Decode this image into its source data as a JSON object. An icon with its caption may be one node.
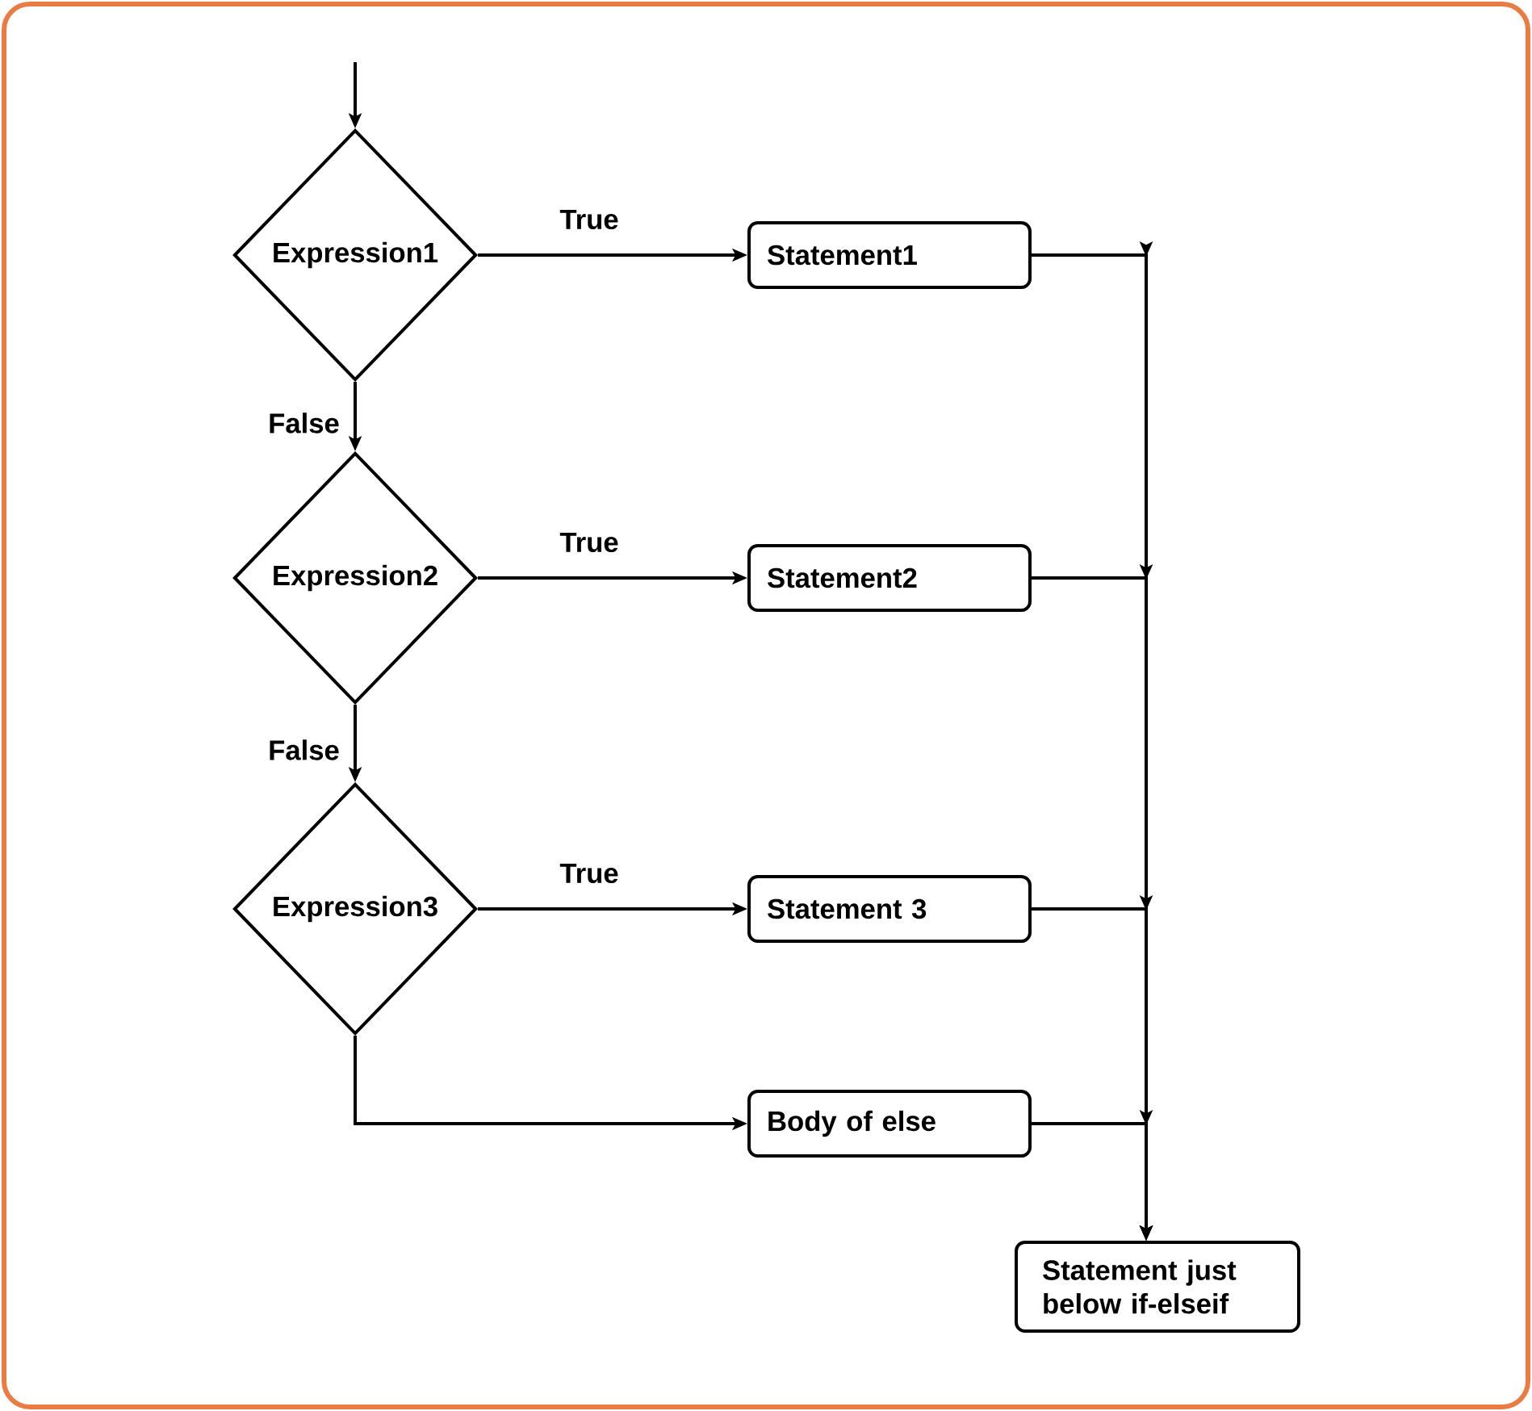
{
  "diagram": {
    "nodes": [
      {
        "text": [
          "Expression1"
        ]
      },
      {
        "text": [
          "Statement1"
        ]
      },
      {
        "text": [
          "Expression2"
        ]
      },
      {
        "text": [
          "Statement2"
        ]
      },
      {
        "text": [
          "Expression3"
        ]
      },
      {
        "text": [
          "Statement 3"
        ]
      },
      {
        "text": [
          "Body of else"
        ]
      },
      {
        "text": [
          "Statement just below if-elseif"
        ]
      }
    ],
    "edges": [
      {
        "from": null,
        "to": 0,
        "arrow": "to"
      },
      {
        "from": 0,
        "to": 1,
        "arrow": "to",
        "label": "True"
      },
      {
        "from": 0,
        "to": 2,
        "arrow": "to",
        "label": "False"
      },
      {
        "from": 2,
        "to": 3,
        "arrow": "to",
        "label": "True"
      },
      {
        "from": 2,
        "to": 4,
        "arrow": "to",
        "label": "False"
      },
      {
        "from": 4,
        "to": 5,
        "arrow": "to",
        "label": "True"
      },
      {
        "from": 4,
        "to": 6,
        "arrow": "to"
      },
      {
        "from": 1,
        "to": 7,
        "arrow": "to"
      },
      {
        "from": 3,
        "to": 7,
        "arrow": "to"
      },
      {
        "from": 5,
        "to": 7,
        "arrow": "to"
      },
      {
        "from": 6,
        "to": 7,
        "arrow": "to"
      }
    ]
  }
}
